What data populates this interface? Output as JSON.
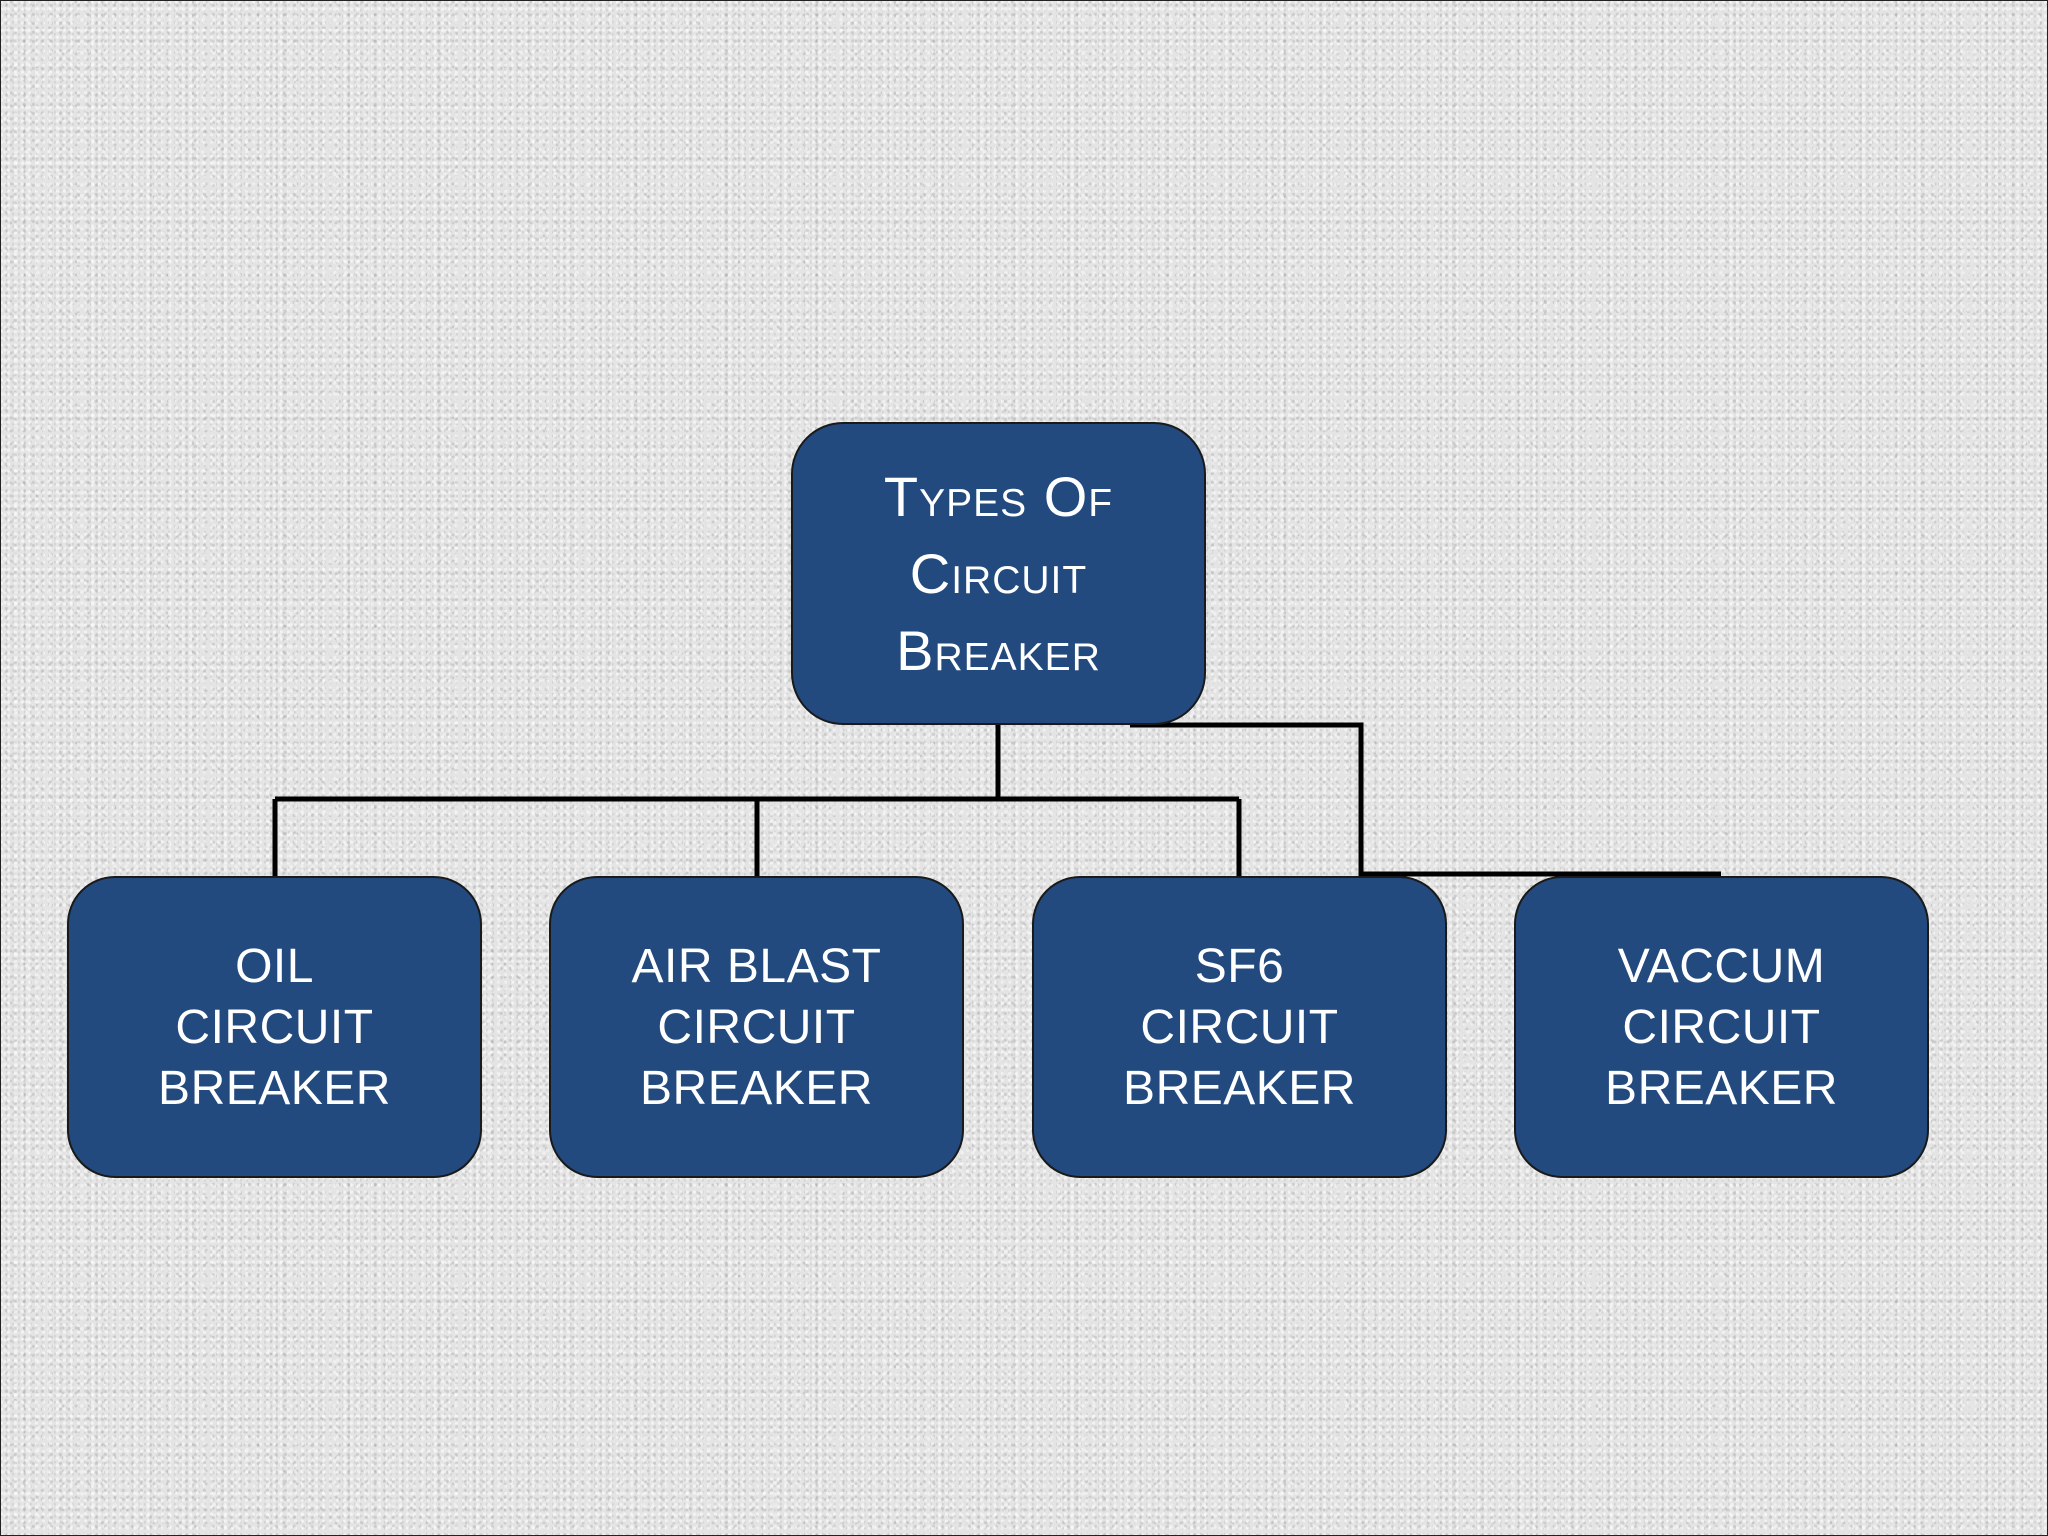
{
  "diagram": {
    "root": {
      "label": "Types Of\nCircuit\nBreaker"
    },
    "children": [
      {
        "id": "oil",
        "label": "OIL\nCIRCUIT\nBREAKER"
      },
      {
        "id": "air",
        "label": "AIR BLAST\nCIRCUIT\nBREAKER"
      },
      {
        "id": "sf6",
        "label": "SF6\nCIRCUIT\nBREAKER"
      },
      {
        "id": "vaccum",
        "label": "VACCUM\nCIRCUIT\nBREAKER"
      }
    ],
    "colors": {
      "node_fill": "#224a7e",
      "node_border": "#1a1a1a",
      "node_text": "#ffffff",
      "connector": "#000000"
    }
  }
}
